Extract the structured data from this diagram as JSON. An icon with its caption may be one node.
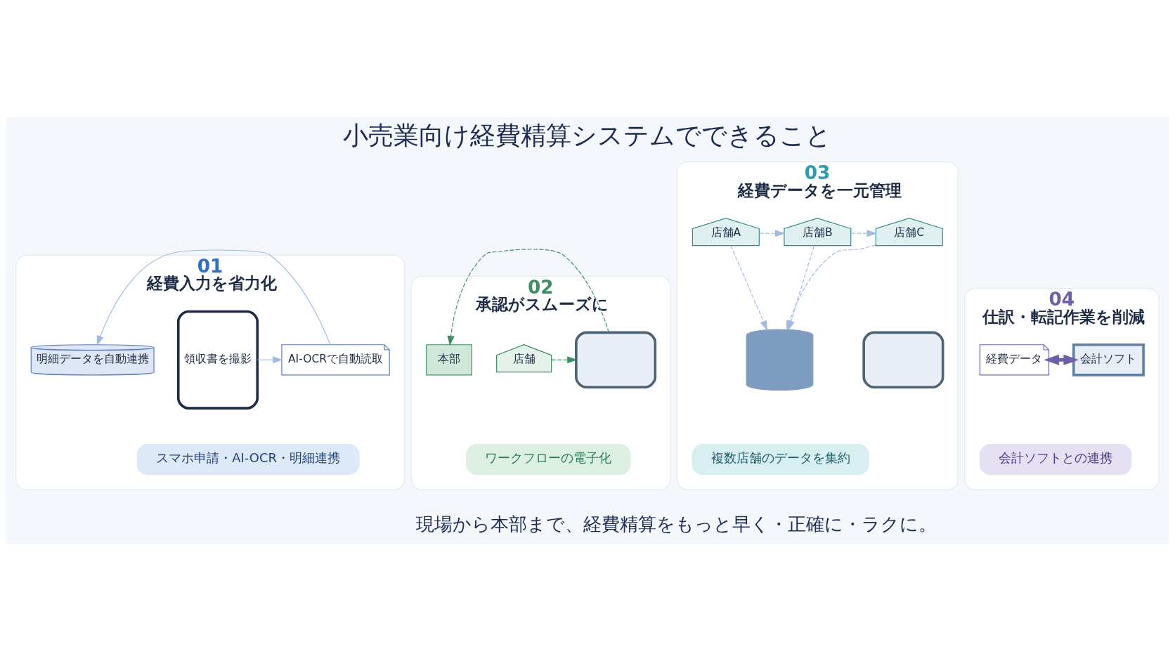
{
  "diagram": {
    "title": "小売業向け経費精算システムでできること",
    "caption": "現場から本部まで、経費精算をもっと早く・正確に・ラクに。",
    "nodes": [
      {
        "text": [
          "01",
          "経費入力を省力化"
        ]
      },
      {
        "text": [
          "領収書を撮影"
        ],
        "in": 0
      },
      {
        "text": [
          "AI-OCRで自動読取"
        ],
        "in": 0
      },
      {
        "text": [
          "明細データを自動連携"
        ],
        "in": 0
      },
      {
        "text": [
          "スマホ申請・AI-OCR・明細連携"
        ],
        "in": 0
      },
      {
        "text": [
          "02",
          "承認がスムーズに"
        ]
      },
      {
        "text": [
          "店舗"
        ],
        "in": 5
      },
      {
        "text": [],
        "shape": "box",
        "in": 5
      },
      {
        "text": [
          "本部"
        ],
        "in": 5
      },
      {
        "text": [
          "ワークフローの電子化"
        ],
        "in": 5
      },
      {
        "text": [
          "03",
          "経費データを一元管理"
        ]
      },
      {
        "text": [
          "店舗A"
        ],
        "in": 10
      },
      {
        "text": [
          "店舗B"
        ],
        "in": 10
      },
      {
        "text": [
          "店舗C"
        ],
        "in": 10
      },
      {
        "text": [],
        "shape": "cylinder",
        "in": 10
      },
      {
        "text": [],
        "shape": "box",
        "in": 10
      },
      {
        "text": [
          "複数店舗のデータを集約"
        ],
        "in": 10
      },
      {
        "text": [
          "04",
          "仕訳・転記作業を削減"
        ]
      },
      {
        "text": [
          "経費データ"
        ],
        "in": 17
      },
      {
        "text": [
          "会計ソフト"
        ],
        "in": 17
      },
      {
        "text": [
          "会計ソフトとの連携"
        ],
        "in": 17
      }
    ],
    "edges": [
      {
        "from": 1,
        "to": 2,
        "arrow": "to"
      },
      {
        "from": 2,
        "to": 3,
        "arrow": "to"
      },
      {
        "from": 6,
        "to": 7,
        "arrow": "to",
        "style": "dashed",
        "color": "#3d8f63"
      },
      {
        "from": 7,
        "to": 8,
        "arrow": "to",
        "style": "dashed",
        "color": "#3d8f63"
      },
      {
        "from": 11,
        "to": 12,
        "arrow": "to",
        "style": "dashed"
      },
      {
        "from": 12,
        "to": 13,
        "arrow": "to",
        "style": "dashed"
      },
      {
        "from": 11,
        "to": 14,
        "arrow": "to",
        "style": "dashed"
      },
      {
        "from": 12,
        "to": 14,
        "arrow": "to",
        "style": "dashed"
      },
      {
        "from": 13,
        "to": 14,
        "arrow": "to",
        "style": "dashed"
      },
      {
        "from": 18,
        "to": 19,
        "arrow": "both",
        "style": "thick",
        "color": "#6e5fa8"
      }
    ]
  }
}
